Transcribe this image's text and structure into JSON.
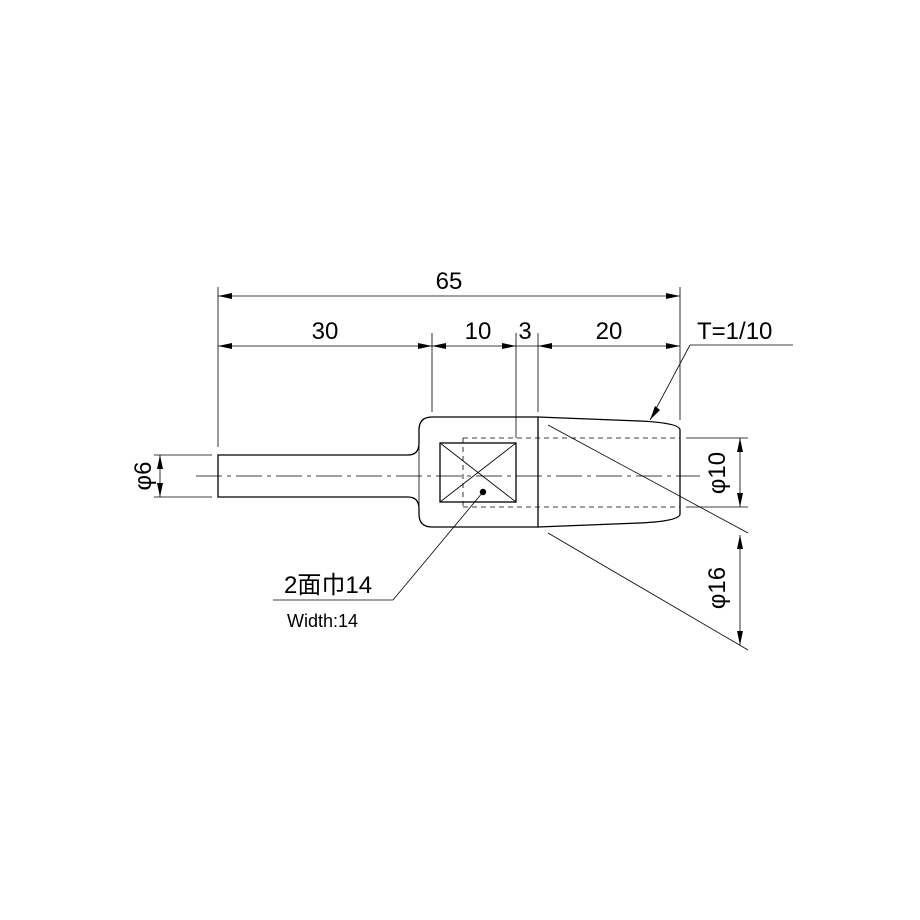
{
  "dimensions": {
    "overall_length": "65",
    "shank_length": "30",
    "square_length": "10",
    "gap_length": "3",
    "taper_length": "20",
    "shank_diameter": "φ6",
    "small_diameter": "φ10",
    "large_diameter": "φ16"
  },
  "annotations": {
    "taper": "T=1/10",
    "flat_jp": "2面巾14",
    "flat_en": "Width:14"
  }
}
